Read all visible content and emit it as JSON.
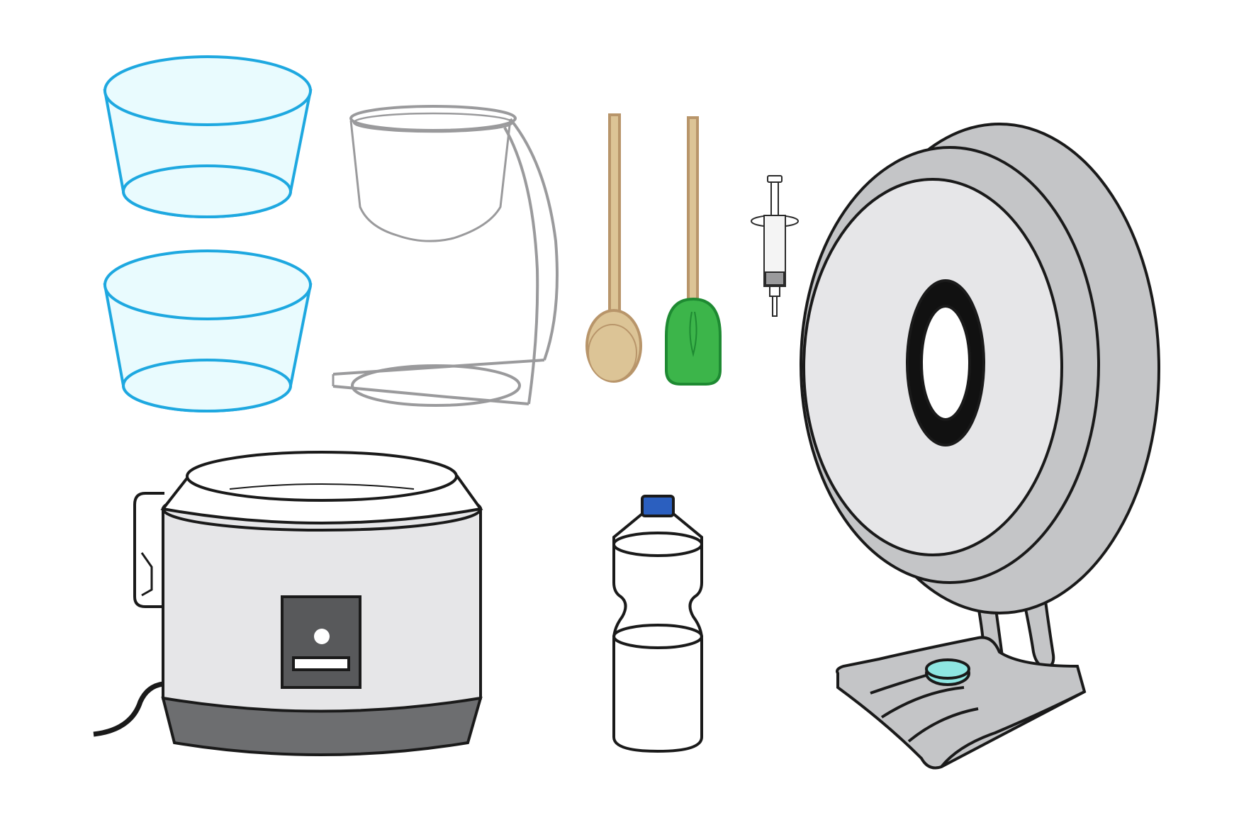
{
  "colors": {
    "background": "#ffffff",
    "outline": "#1a1a1a",
    "bowl_stroke": "#1ea8e0",
    "bowl_fill": "#e9fbfe",
    "pitcher_stroke": "#9a9a9c",
    "wood": "#dcc496",
    "wood_stroke": "#b8956a",
    "spatula_green": "#3cb54a",
    "spatula_stroke": "#1e8a32",
    "cooker_body": "#e6e6e8",
    "cooker_base": "#6d6e70",
    "cooker_panel": "#58595b",
    "bottle_cap": "#2b5fbf",
    "fan_gray": "#c4c5c7",
    "fan_face": "#e6e6e8",
    "fan_button": "#8ee6e2"
  },
  "objects": [
    {
      "name": "mixing-bowl-top",
      "icon": "bowl-icon"
    },
    {
      "name": "mixing-bowl-bottom",
      "icon": "bowl-icon"
    },
    {
      "name": "glass-pitcher",
      "icon": "pitcher-icon"
    },
    {
      "name": "wooden-spoon",
      "icon": "spoon-icon"
    },
    {
      "name": "silicone-spatula",
      "icon": "spatula-icon"
    },
    {
      "name": "syringe",
      "icon": "syringe-icon"
    },
    {
      "name": "rice-cooker",
      "icon": "rice-cooker-icon"
    },
    {
      "name": "water-bottle",
      "icon": "bottle-icon"
    },
    {
      "name": "electric-fan",
      "icon": "fan-icon"
    }
  ]
}
